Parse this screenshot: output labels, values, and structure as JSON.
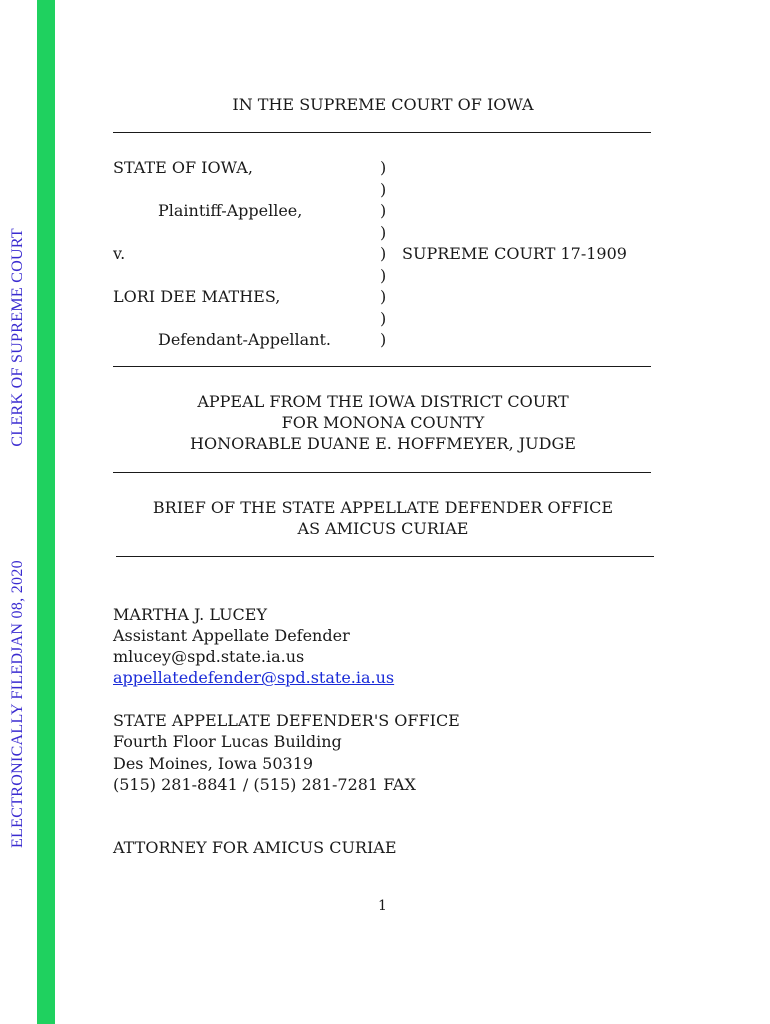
{
  "stamp": {
    "filed": "ELECTRONICALLY FILED",
    "date": "JAN 08, 2020",
    "clerk": "CLERK OF SUPREME COURT"
  },
  "court": "IN THE SUPREME COURT OF IOWA",
  "caption": {
    "plaintiff": "STATE OF IOWA,",
    "plaintiff_role": "Plaintiff-Appellee,",
    "versus": "v.",
    "defendant": "LORI DEE MATHES,",
    "defendant_role": "Defendant-Appellant.",
    "paren": ")",
    "case_number": "SUPREME COURT 17-1909"
  },
  "appeal": {
    "line1": "APPEAL FROM THE IOWA DISTRICT COURT",
    "line2": "FOR MONONA COUNTY",
    "line3": "HONORABLE DUANE E. HOFFMEYER, JUDGE"
  },
  "brief": {
    "line1": "BRIEF OF THE STATE APPELLATE DEFENDER OFFICE",
    "line2": "AS AMICUS CURIAE"
  },
  "attorney": {
    "name": "MARTHA J. LUCEY",
    "title": "Assistant Appellate Defender",
    "email": "mlucey@spd.state.ia.us",
    "office_email": "appellatedefender@spd.state.ia.us"
  },
  "office": {
    "name": "STATE APPELLATE DEFENDER'S OFFICE",
    "building": "Fourth Floor Lucas Building",
    "city": "Des Moines, Iowa  50319",
    "phone": "(515) 281-8841 / (515) 281-7281 FAX"
  },
  "attorney_for": "ATTORNEY FOR AMICUS CURIAE",
  "page_number": "1"
}
